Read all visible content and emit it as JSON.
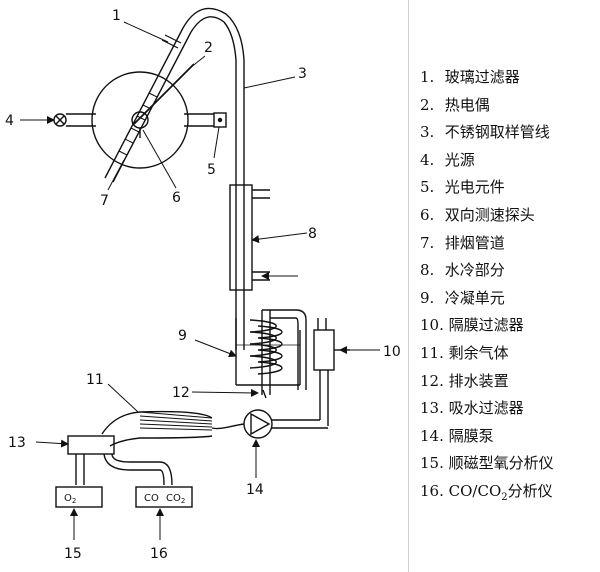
{
  "diagram": {
    "callouts": [
      "1",
      "2",
      "3",
      "4",
      "5",
      "6",
      "7",
      "8",
      "9",
      "10",
      "11",
      "12",
      "13",
      "14",
      "15",
      "16"
    ],
    "analyzer_labels": {
      "o2": "O",
      "o2_sub": "2",
      "co": "CO",
      "co2": "CO",
      "co2_sub": "2"
    }
  },
  "legend": [
    {
      "num": "1.",
      "text": "玻璃过滤器"
    },
    {
      "num": "2.",
      "text": "热电偶"
    },
    {
      "num": "3.",
      "text": "不锈钢取样管线"
    },
    {
      "num": "4.",
      "text": "光源"
    },
    {
      "num": "5.",
      "text": "光电元件"
    },
    {
      "num": "6.",
      "text": "双向测速探头"
    },
    {
      "num": "7.",
      "text": "排烟管道"
    },
    {
      "num": "8.",
      "text": "水冷部分"
    },
    {
      "num": "9.",
      "text": "冷凝单元"
    },
    {
      "num": "10.",
      "text": "隔膜过滤器"
    },
    {
      "num": "11.",
      "text": "剩余气体"
    },
    {
      "num": "12.",
      "text": "排水装置"
    },
    {
      "num": "13.",
      "text": "吸水过滤器"
    },
    {
      "num": "14.",
      "text": "隔膜泵"
    },
    {
      "num": "15.",
      "text": "顺磁型氧分析仪"
    },
    {
      "num": "16.",
      "text": "CO/CO",
      "sub": "2",
      "suffix": "分析仪"
    }
  ]
}
